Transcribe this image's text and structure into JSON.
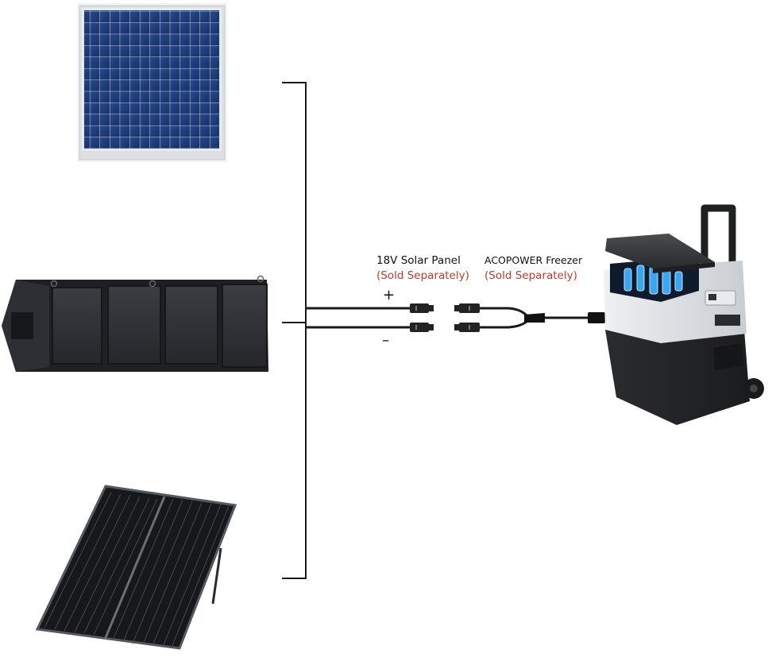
{
  "labels": {
    "panel_label": "18V Solar Panel",
    "panel_note": "(Sold Separately)",
    "freezer_label": "ACOPOWER Freezer",
    "freezer_note": "(Sold Separately)",
    "plus_sign": "+",
    "minus_sign": "–"
  },
  "components": {
    "rigid_panel": "solar-panel-rigid",
    "foldable_panel": "solar-panel-foldable",
    "suitcase_panel": "solar-panel-suitcase",
    "connectors": "mc4-connectors",
    "y_cable": "y-splitter-cable",
    "freezer": "portable-freezer"
  },
  "colors": {
    "note_red": "#c0392b",
    "cable": "#1a1a1a",
    "cell_blue": "#1d3d7a",
    "frame_silver": "#d9dde2"
  }
}
